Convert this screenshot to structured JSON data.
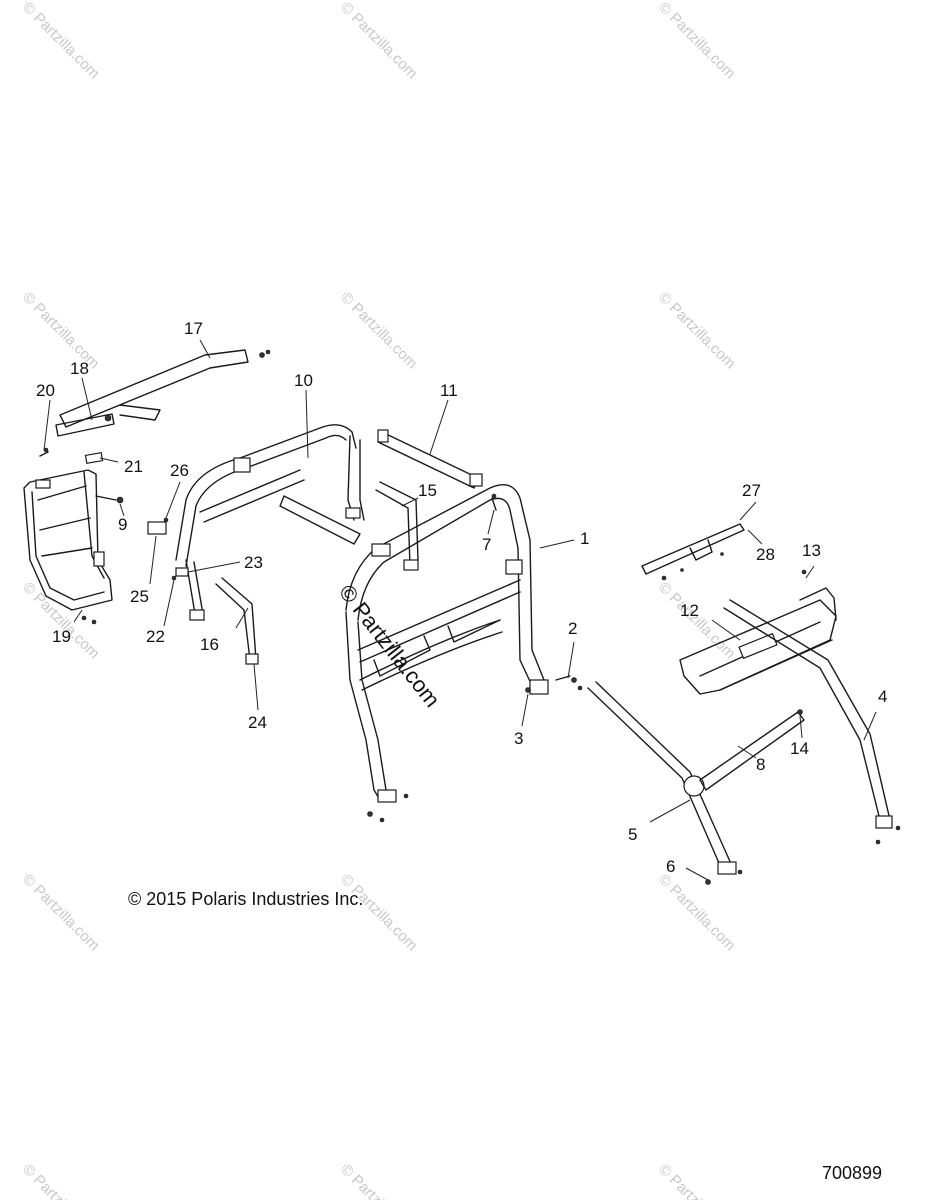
{
  "copyright": "© 2015 Polaris Industries Inc.",
  "diagram_id": "700899",
  "watermark": "© Partzilla.com",
  "callouts": {
    "c1": "1",
    "c2": "2",
    "c3": "3",
    "c4": "4",
    "c5": "5",
    "c6": "6",
    "c7": "7",
    "c8": "8",
    "c9": "9",
    "c10": "10",
    "c11": "11",
    "c12": "12",
    "c13": "13",
    "c14": "14",
    "c15": "15",
    "c16": "16",
    "c17": "17",
    "c18": "18",
    "c19": "19",
    "c20": "20",
    "c21": "21",
    "c22": "22",
    "c23": "23",
    "c24": "24",
    "c25": "25",
    "c26": "26",
    "c27": "27",
    "c28": "28"
  }
}
